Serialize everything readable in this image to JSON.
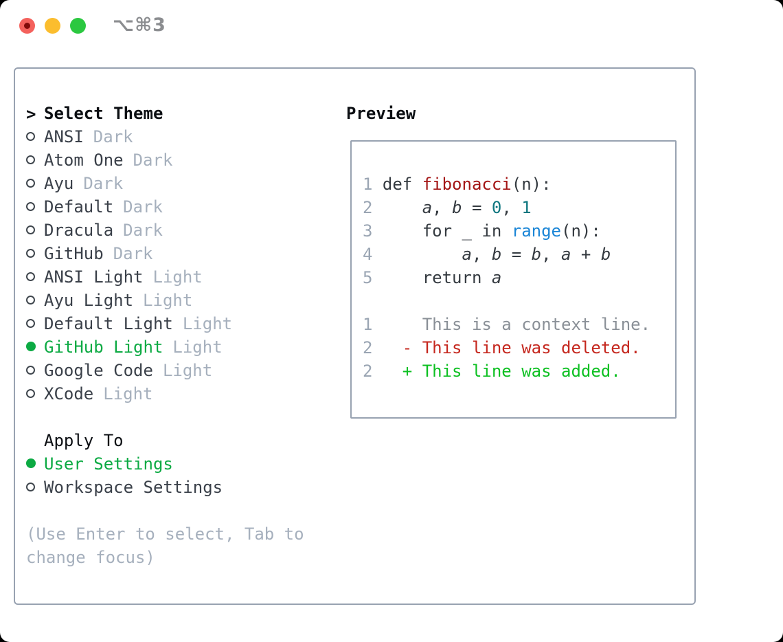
{
  "window": {
    "shortcut": "⌥⌘3"
  },
  "colors": {
    "page_bg": "#000000",
    "window_bg": "#ffffff",
    "panel_border": "#98a2b1",
    "accent_green": "#0caa43",
    "text_black": "#0c0f13",
    "text_dark": "#3a4049",
    "text_muted": "#a6b0bd",
    "lineno": "#9aa5b3",
    "code_text": "#343a40",
    "syntax_function": "#a31515",
    "syntax_number": "#0e767f",
    "syntax_builtin": "#1a85d6",
    "diff_context": "#8a9097",
    "diff_deleted": "#c5271e",
    "diff_added": "#0dc022",
    "light_red": "#f4615c",
    "light_red_dot": "#820b09",
    "light_yellow": "#fbbd2e",
    "light_green": "#2bc840",
    "shortcut_text": "#8b8d90"
  },
  "theme_picker": {
    "prompt": ">",
    "title": "Select Theme",
    "items": [
      {
        "name": "ANSI",
        "tag": "Dark",
        "selected": false
      },
      {
        "name": "Atom One",
        "tag": "Dark",
        "selected": false
      },
      {
        "name": "Ayu",
        "tag": "Dark",
        "selected": false
      },
      {
        "name": "Default",
        "tag": "Dark",
        "selected": false
      },
      {
        "name": "Dracula",
        "tag": "Dark",
        "selected": false
      },
      {
        "name": "GitHub",
        "tag": "Dark",
        "selected": false
      },
      {
        "name": "ANSI Light",
        "tag": "Light",
        "selected": false
      },
      {
        "name": "Ayu Light",
        "tag": "Light",
        "selected": false
      },
      {
        "name": "Default Light",
        "tag": "Light",
        "selected": false
      },
      {
        "name": "GitHub Light",
        "tag": "Light",
        "selected": true
      },
      {
        "name": "Google Code",
        "tag": "Light",
        "selected": false
      },
      {
        "name": "XCode",
        "tag": "Light",
        "selected": false
      }
    ],
    "apply_to": {
      "title": "Apply To",
      "options": [
        {
          "label": "User Settings",
          "selected": true
        },
        {
          "label": "Workspace Settings",
          "selected": false
        }
      ]
    },
    "hint": "(Use Enter to select, Tab to change focus)"
  },
  "preview": {
    "title": "Preview",
    "lines": [
      {
        "num": "1",
        "segments": [
          {
            "t": "def ",
            "c": "kw"
          },
          {
            "t": "fibonacci",
            "c": "fn"
          },
          {
            "t": "(n):",
            "c": "plain"
          }
        ]
      },
      {
        "num": "2",
        "segments": [
          {
            "t": "    ",
            "c": "plain"
          },
          {
            "t": "a",
            "c": "var"
          },
          {
            "t": ", ",
            "c": "plain"
          },
          {
            "t": "b",
            "c": "var"
          },
          {
            "t": " = ",
            "c": "plain"
          },
          {
            "t": "0",
            "c": "num"
          },
          {
            "t": ", ",
            "c": "plain"
          },
          {
            "t": "1",
            "c": "num"
          }
        ]
      },
      {
        "num": "3",
        "segments": [
          {
            "t": "    for _ in ",
            "c": "plain"
          },
          {
            "t": "range",
            "c": "builtin"
          },
          {
            "t": "(n):",
            "c": "plain"
          }
        ]
      },
      {
        "num": "4",
        "segments": [
          {
            "t": "        ",
            "c": "plain"
          },
          {
            "t": "a",
            "c": "var"
          },
          {
            "t": ", ",
            "c": "plain"
          },
          {
            "t": "b",
            "c": "var"
          },
          {
            "t": " = ",
            "c": "plain"
          },
          {
            "t": "b",
            "c": "var"
          },
          {
            "t": ", ",
            "c": "plain"
          },
          {
            "t": "a",
            "c": "var"
          },
          {
            "t": " + ",
            "c": "plain"
          },
          {
            "t": "b",
            "c": "var"
          }
        ]
      },
      {
        "num": "5",
        "segments": [
          {
            "t": "    return ",
            "c": "plain"
          },
          {
            "t": "a",
            "c": "var"
          }
        ]
      },
      {
        "num": "",
        "segments": []
      },
      {
        "num": "1",
        "segments": [
          {
            "t": "    This is a context line.",
            "c": "ctx"
          }
        ]
      },
      {
        "num": "2",
        "segments": [
          {
            "t": "  - This line was deleted.",
            "c": "del"
          }
        ]
      },
      {
        "num": "2",
        "segments": [
          {
            "t": "  + This line was added.",
            "c": "add"
          }
        ]
      }
    ]
  }
}
